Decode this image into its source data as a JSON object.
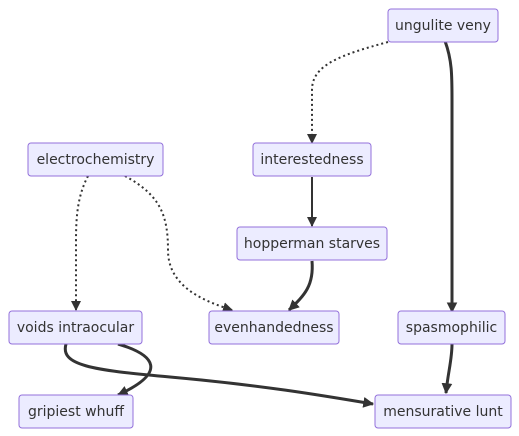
{
  "diagram": {
    "type": "flowchart",
    "colors": {
      "node_fill": "#ececff",
      "node_border": "#9370db",
      "text": "#333333",
      "edge": "#333333"
    },
    "nodes": {
      "ungulite_veny": "ungulite veny",
      "interestedness": "interestedness",
      "electrochemistry": "electrochemistry",
      "hopperman_starves": "hopperman starves",
      "voids_intraocular": "voids intraocular",
      "evenhandedness": "evenhandedness",
      "spasmophilic": "spasmophilic",
      "gripiest_whuff": "gripiest whuff",
      "mensurative_lunt": "mensurative lunt"
    },
    "edges": [
      {
        "from": "ungulite veny",
        "to": "interestedness",
        "style": "dotted"
      },
      {
        "from": "ungulite veny",
        "to": "spasmophilic",
        "style": "thick"
      },
      {
        "from": "interestedness",
        "to": "hopperman starves",
        "style": "solid"
      },
      {
        "from": "hopperman starves",
        "to": "evenhandedness",
        "style": "thick"
      },
      {
        "from": "electrochemistry",
        "to": "voids intraocular",
        "style": "dotted"
      },
      {
        "from": "electrochemistry",
        "to": "evenhandedness",
        "style": "dotted"
      },
      {
        "from": "voids intraocular",
        "to": "gripiest whuff",
        "style": "thick"
      },
      {
        "from": "voids intraocular",
        "to": "mensurative lunt",
        "style": "thick"
      },
      {
        "from": "spasmophilic",
        "to": "mensurative lunt",
        "style": "thick"
      }
    ]
  }
}
